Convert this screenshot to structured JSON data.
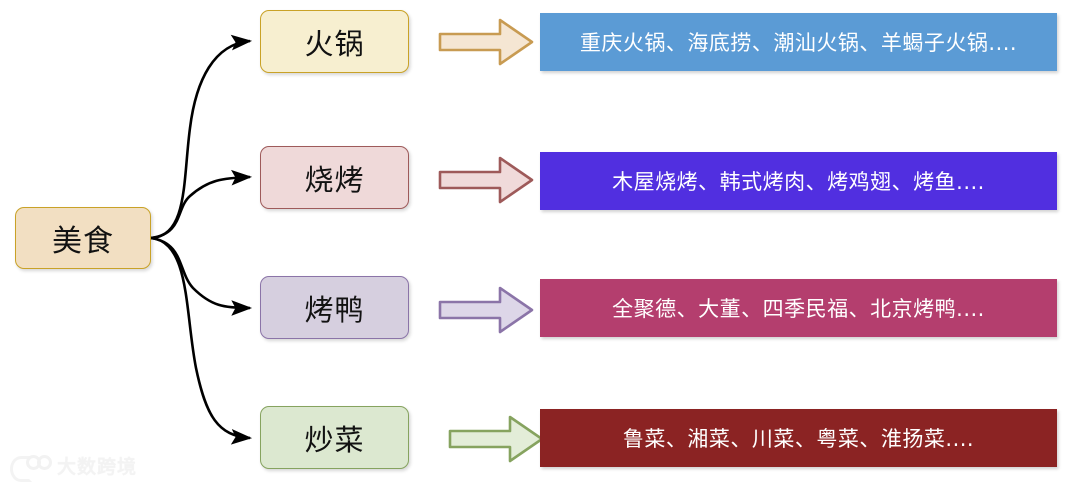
{
  "diagram": {
    "title_node": {
      "label": "美食"
    },
    "branches": [
      {
        "node_label": "火锅",
        "node_fill": "#F7EFD0",
        "node_border": "#C9A227",
        "arrow_fill": "#F5E6D3",
        "arrow_stroke": "#C89B52",
        "banner_text": "重庆火锅、海底捞、潮汕火锅、羊蝎子火锅....",
        "banner_fill": "#5B9BD5",
        "banner_text_color": "#FFFFFF"
      },
      {
        "node_label": "烧烤",
        "node_fill": "#EFD9D9",
        "node_border": "#9E5A5A",
        "arrow_fill": "#F0DADA",
        "arrow_stroke": "#9E5A5A",
        "banner_text": "木屋烧烤、韩式烤肉、烤鸡翅、烤鱼....",
        "banner_fill": "#512FE0",
        "banner_text_color": "#FFFFFF"
      },
      {
        "node_label": "烤鸭",
        "node_fill": "#D6CFDF",
        "node_border": "#8B74A8",
        "arrow_fill": "#DDD6E8",
        "arrow_stroke": "#8B74A8",
        "banner_text": "全聚德、大董、四季民福、北京烤鸭....",
        "banner_fill": "#B43E6E",
        "banner_text_color": "#FFFFFF"
      },
      {
        "node_label": "炒菜",
        "node_fill": "#DCE8D0",
        "node_border": "#86A35F",
        "arrow_fill": "#E3EDD8",
        "arrow_stroke": "#86A35F",
        "banner_text": "鲁菜、湘菜、川菜、粤菜、淮扬菜....",
        "banner_fill": "#8B2323",
        "banner_text_color": "#FFFFFF"
      }
    ],
    "root_fill": "#F2DFC2",
    "root_border": "#C9A227",
    "connector_color": "#000000"
  },
  "watermark": {
    "text": "大数跨境"
  }
}
